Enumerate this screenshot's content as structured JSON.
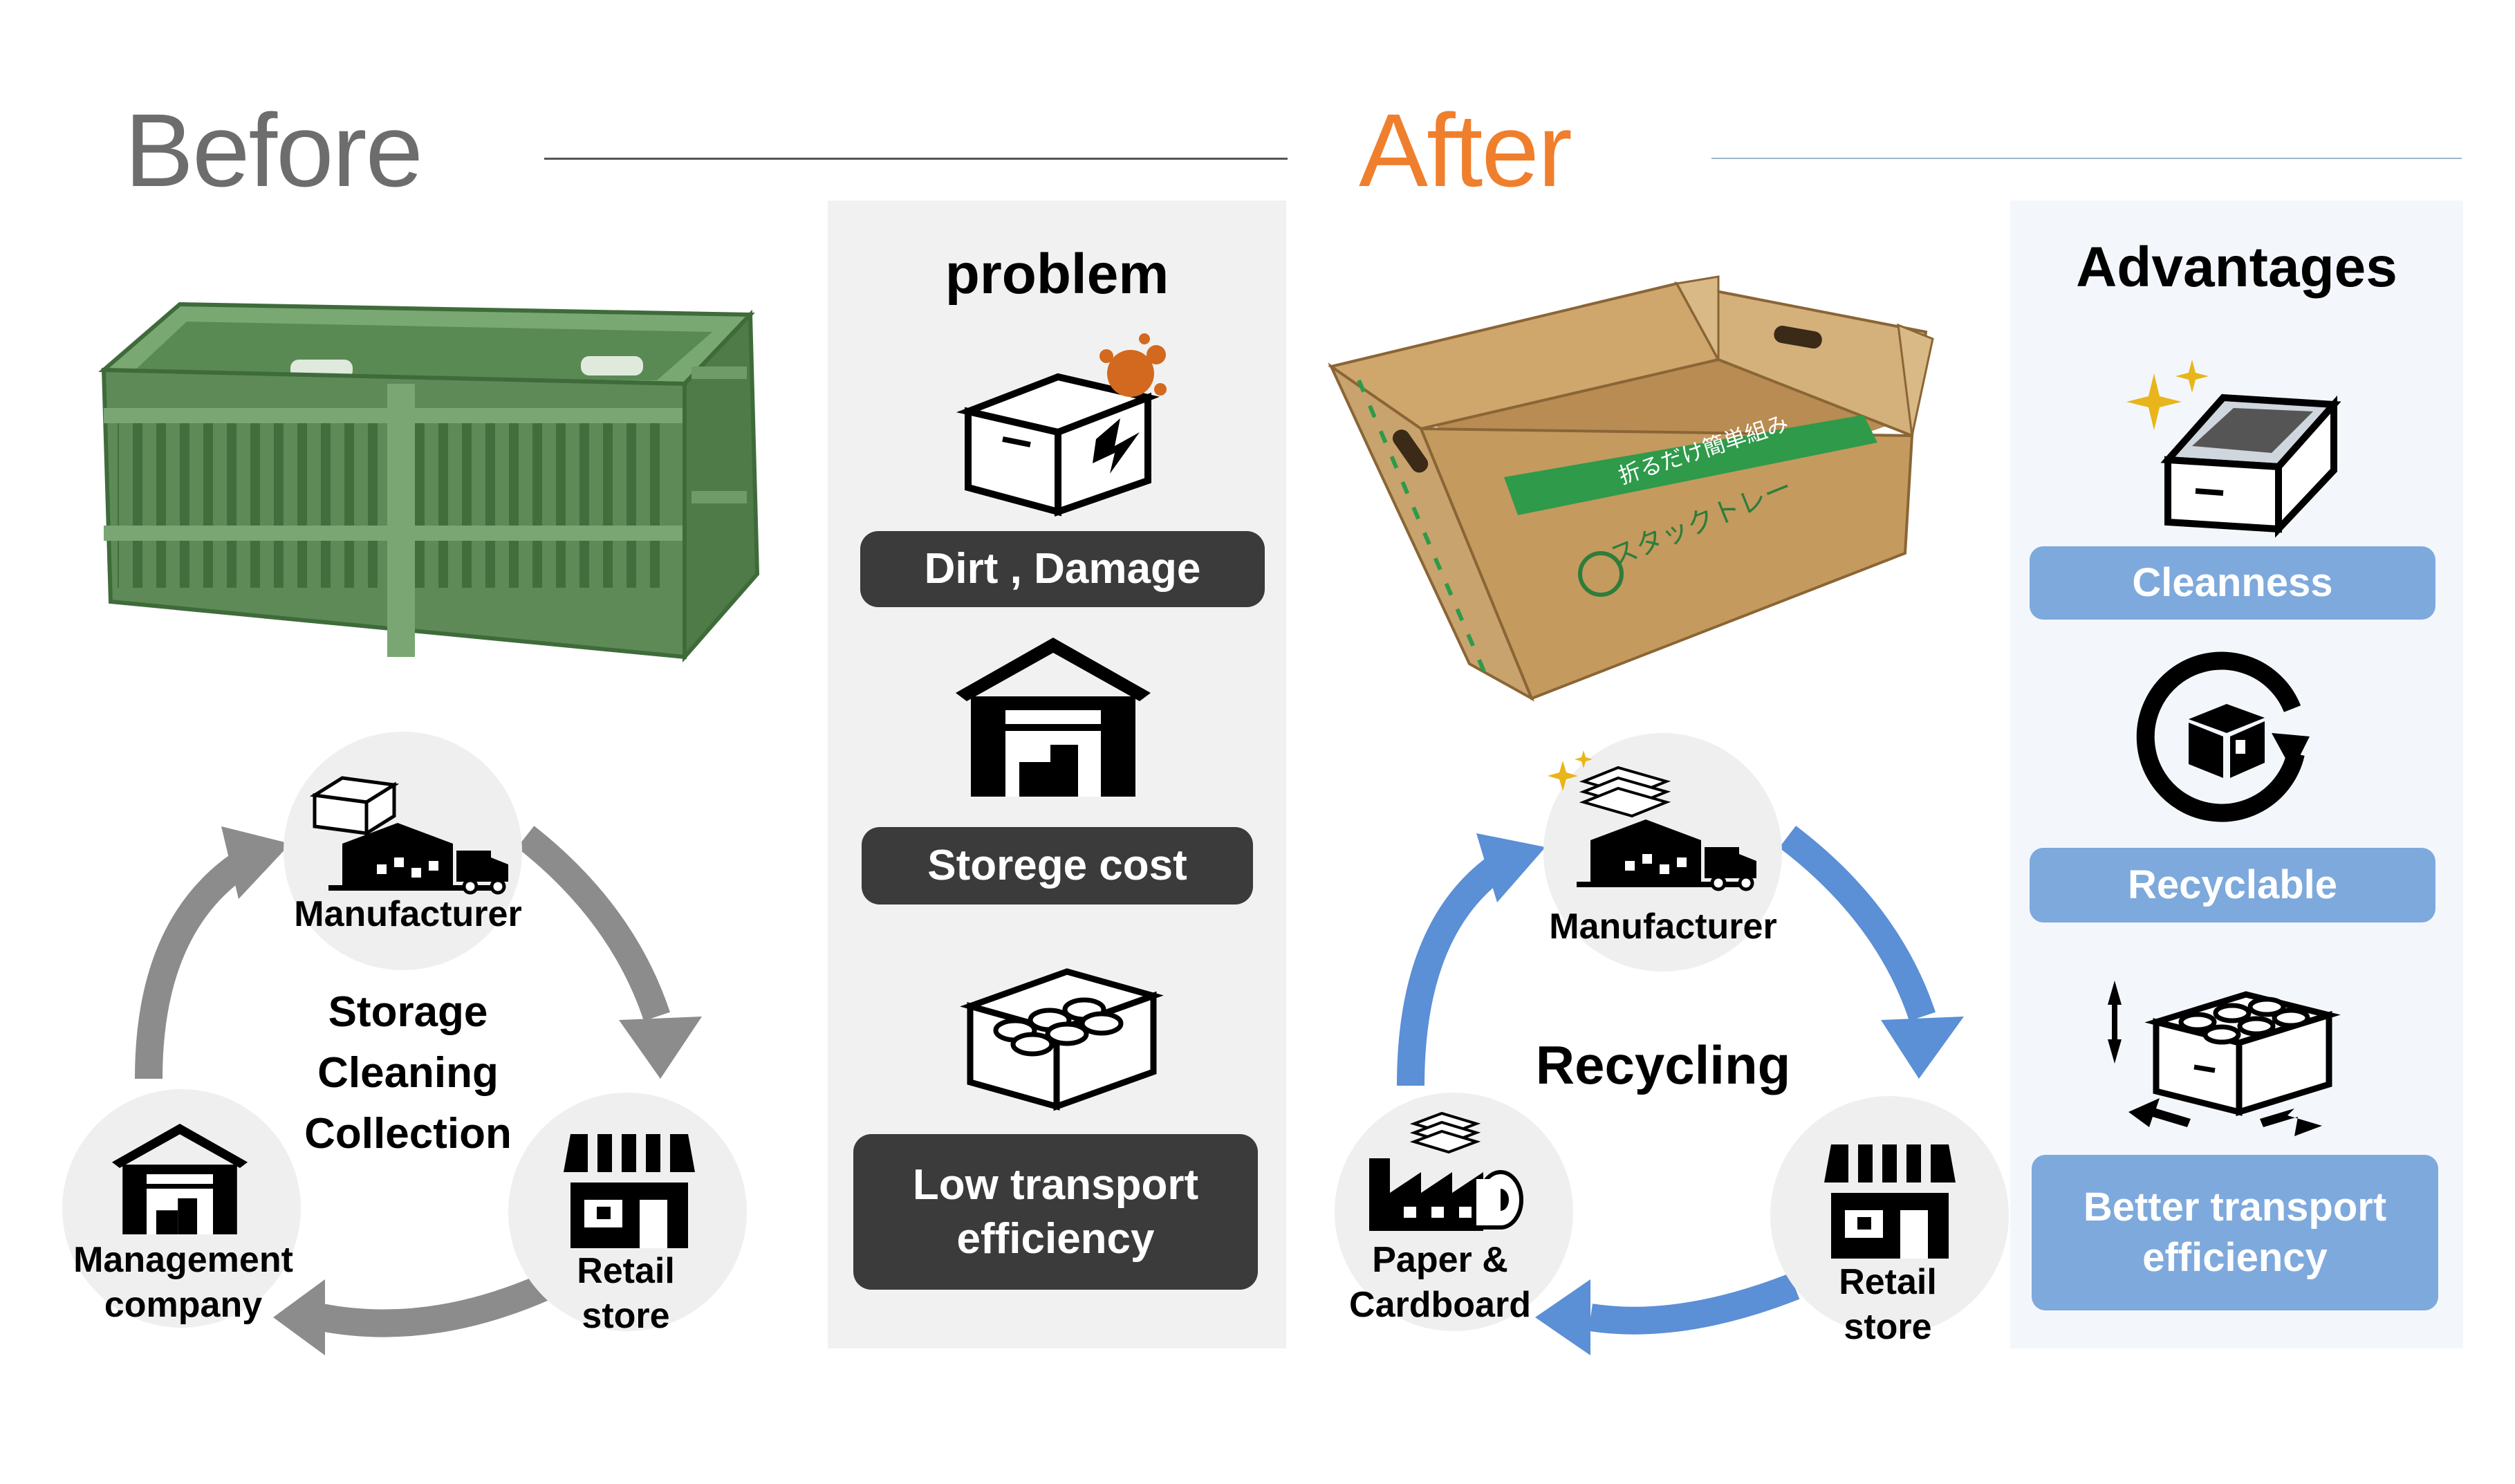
{
  "before": {
    "heading": "Before",
    "cycle": {
      "nodes": {
        "top": "Manufacturer",
        "right": [
          "Retail",
          "store"
        ],
        "left": [
          "Management",
          "company"
        ]
      },
      "center": [
        "Storage",
        "Cleaning",
        "Collection"
      ]
    }
  },
  "problem": {
    "title": "problem",
    "items": [
      {
        "label": "Dirt , Damage",
        "icon": "damaged-box-icon"
      },
      {
        "label": "Storege cost",
        "icon": "warehouse-icon"
      },
      {
        "label": [
          "Low transport",
          "efficiency"
        ],
        "icon": "crate-rolls-icon"
      }
    ]
  },
  "after": {
    "heading": "After",
    "cycle": {
      "nodes": {
        "top": "Manufacturer",
        "right": [
          "Retail",
          "store"
        ],
        "left": [
          "Paper &",
          "Cardboard"
        ]
      },
      "center": "Recycling"
    }
  },
  "advantages": {
    "title": "Advantages",
    "items": [
      {
        "label": "Cleanness",
        "icon": "clean-box-icon"
      },
      {
        "label": "Recyclable",
        "icon": "recycle-box-icon"
      },
      {
        "label": [
          "Better transport",
          "efficiency"
        ],
        "icon": "stack-box-icon"
      }
    ]
  },
  "tray_print": {
    "strip": "折るだけ簡単組み",
    "brand": "スタックトレー"
  },
  "colors": {
    "before_heading": "#6d6d6d",
    "after_heading": "#ef7f2c",
    "before_arrow": "#8c8c8c",
    "after_arrow": "#5b8fd6",
    "dark_pill": "#3b3b3b",
    "blue_pill": "#7ea9dc",
    "crate_green": "#5e8a57",
    "cardboard": "#c9a36d"
  }
}
